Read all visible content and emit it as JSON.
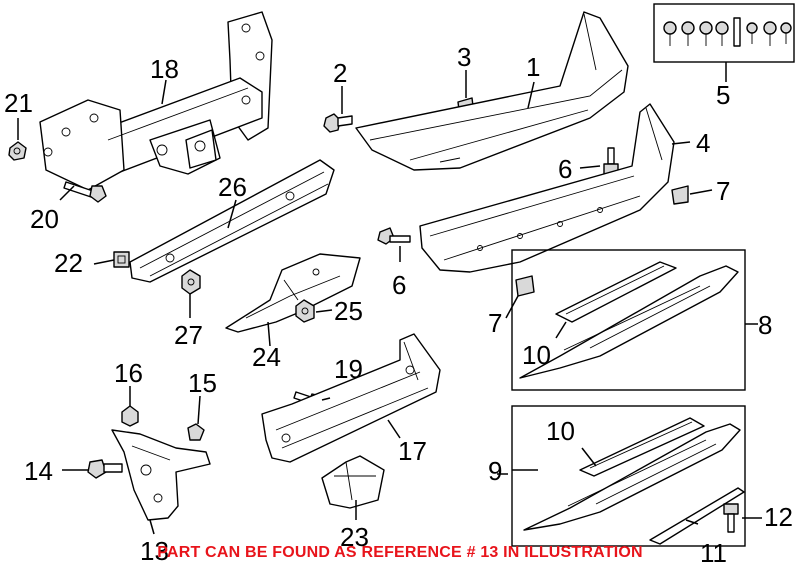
{
  "diagram": {
    "callouts": {
      "c1": "1",
      "c2": "2",
      "c3": "3",
      "c4": "4",
      "c5": "5",
      "c6a": "6",
      "c6b": "6",
      "c7a": "7",
      "c7b": "7",
      "c8": "8",
      "c9": "9",
      "c10a": "10",
      "c10b": "10",
      "c11": "11",
      "c12": "12",
      "c13": "13",
      "c14": "14",
      "c15": "15",
      "c16": "16",
      "c17": "17",
      "c18": "18",
      "c19": "19",
      "c20": "20",
      "c21": "21",
      "c22": "22",
      "c23": "23",
      "c24": "24",
      "c25": "25",
      "c26": "26",
      "c27": "27"
    },
    "note": "PART CAN BE FOUND AS REFERENCE # 13 IN ILLUSTRATION",
    "colors": {
      "line": "#000000",
      "note": "#e8141b",
      "background": "#ffffff"
    }
  }
}
